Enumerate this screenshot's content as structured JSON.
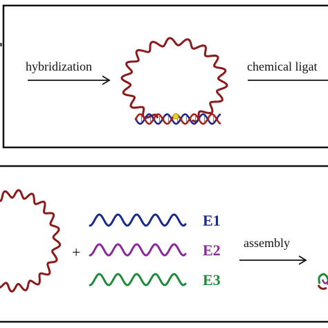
{
  "labels": {
    "hybridization": "hybridization",
    "chemical_ligation": "chemical ligat",
    "assembly": "assembly",
    "plus": "+"
  },
  "strands": [
    {
      "name": "E1",
      "color": "#1a2a8a"
    },
    {
      "name": "E2",
      "color": "#8a2a9a"
    },
    {
      "name": "E3",
      "color": "#1e8a3a"
    }
  ],
  "colors": {
    "frame": "#111111",
    "ring": "#8b1a1a",
    "duplex_blue": "#22228a",
    "duplex_red": "#b01a1a",
    "ligation_spot": "#e6d21e",
    "arrow": "#111111"
  }
}
